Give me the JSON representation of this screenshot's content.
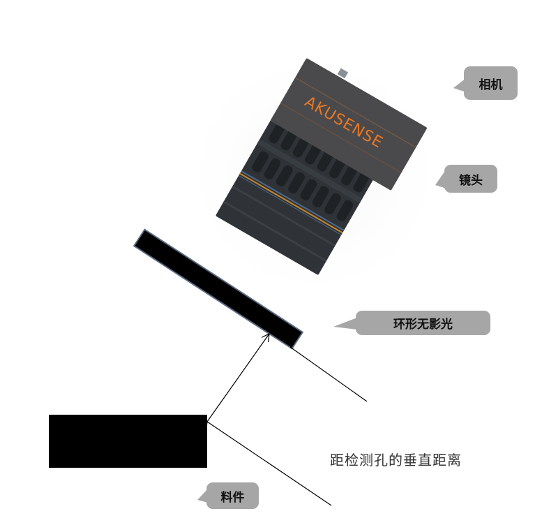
{
  "diagram": {
    "title": "",
    "camera": {
      "brand": "AKUSENSE",
      "brand_color": "#e87722",
      "body_color": "#4a4a4c"
    },
    "lens": {
      "body_color": "#2e3236",
      "stripe_color": "#c8862b"
    },
    "light": {
      "fill": "#000000",
      "edge": "#5a6a80"
    },
    "workpiece": {
      "fill": "#000000"
    },
    "callouts": {
      "camera": "相机",
      "lens": "镜头",
      "ring_light": "环形无影光",
      "workpiece": "料件"
    },
    "distance_label": "距检测孔的垂直距离",
    "colors": {
      "callout_bg": "#a6a6a6",
      "text": "#111111",
      "line": "#000000"
    }
  }
}
